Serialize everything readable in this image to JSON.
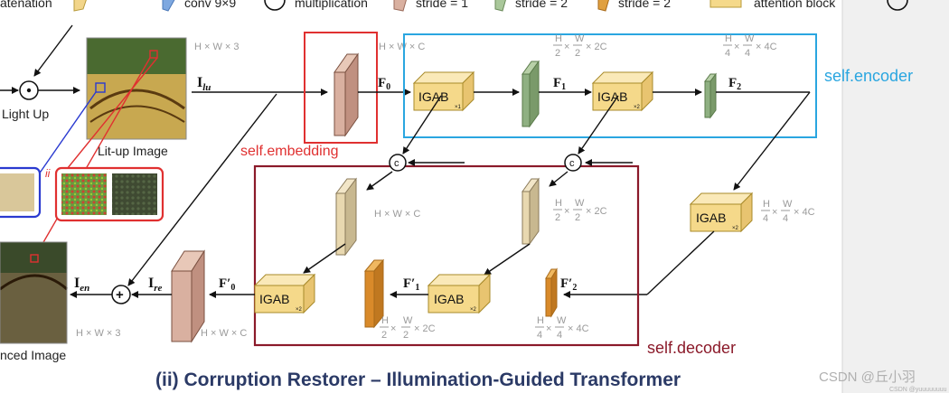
{
  "legend": {
    "items": [
      "atenation",
      "conv 9×9",
      "multiplication",
      "stride = 1",
      "stride = 2",
      "stride = 2",
      "attention block"
    ]
  },
  "inputs": {
    "light_up_label": "Light Up",
    "lit_up_caption": "Lit-up Image",
    "enhanced_caption": "nced Image",
    "ii_marker": "ii"
  },
  "dims": {
    "hw3_top": "H × W × 3",
    "hwc_embed": "H × W × C",
    "hwc_dec1": "H × W × C",
    "hw3_bottom": "H × W × 3",
    "hwc_bottom": "H × W × C",
    "c2_num": [
      "H",
      "W"
    ],
    "c2_den": [
      "2",
      "2"
    ],
    "c2_suffix": "× 2C",
    "c4_suffix": "× 4C"
  },
  "symbols": {
    "I_lu": "I",
    "I_lu_sub": "lu",
    "F0": "F",
    "F1": "F",
    "F2": "F",
    "I_en": "I",
    "I_en_sub": "en",
    "I_re": "I",
    "I_re_sub": "re",
    "F0p": "F′",
    "F1p": "F′",
    "F2p": "F′",
    "sub0": "0",
    "sub1": "1",
    "sub2": "2",
    "concat": "c",
    "plus": "+",
    "dot": "⊙"
  },
  "blocks": {
    "igab": "IGAB",
    "x1": "×1",
    "x2": "×2"
  },
  "code_labels": {
    "embedding": "self.embedding",
    "encoder": "self.encoder",
    "decoder": "self.decoder"
  },
  "caption": "(ii) Corruption Restorer – Illumination-Guided Transformer",
  "watermark": {
    "main": "CSDN @丘小羽",
    "sub": "CSDN @yuuuuuuuu"
  },
  "colors": {
    "embedding_box": "#e03030",
    "encoder_box": "#2aa6e0",
    "decoder_box": "#8b1a2a",
    "igab_fill": "#f5d98a",
    "stride1_fill": "#d9b0a0",
    "stride2_green": "#8fb082",
    "stride2_orange": "#d98a2a",
    "decoder_conv": "#e8d8b0",
    "caption": "#2b3a66"
  }
}
